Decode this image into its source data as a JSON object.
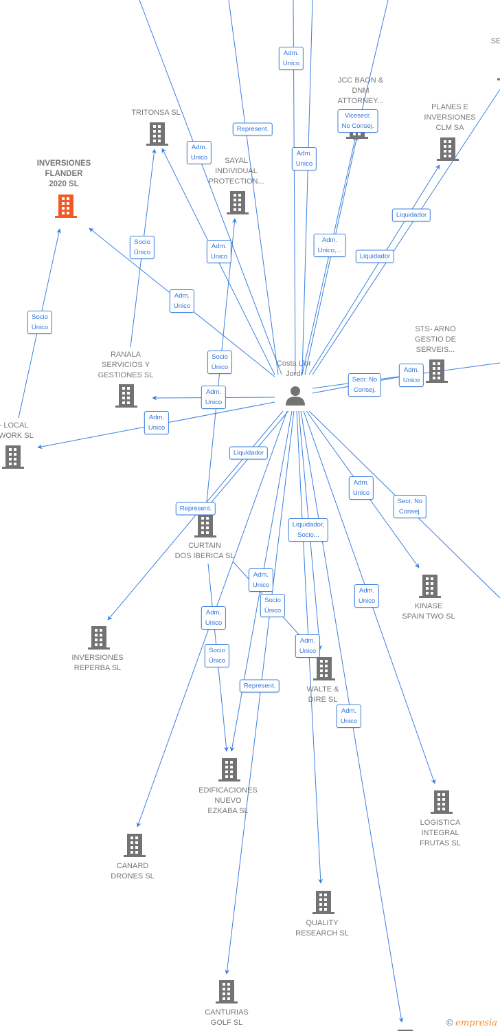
{
  "colors": {
    "edge": "#3b7fe0",
    "building": "#737373",
    "highlight": "#f05a28",
    "label": "#777777"
  },
  "center": {
    "name": [
      "Costa Llor",
      "Jordi"
    ],
    "icon": "person-icon"
  },
  "nodes": [
    {
      "name": [
        "INVERSIONES",
        "FLANDER",
        "2020  SL"
      ],
      "highlight": true
    },
    {
      "name": [
        "TRITONSA SL"
      ]
    },
    {
      "name": [
        "SAYAL",
        "INDIVIDUAL",
        "PROTECTION..."
      ]
    },
    {
      "name": [
        "JCC BAON &",
        "DNM",
        "ATTORNEY..."
      ]
    },
    {
      "name": [
        "PLANES E",
        "INVERSIONES",
        "CLM SA"
      ]
    },
    {
      "name": [
        "SE"
      ]
    },
    {
      "name": [
        "STS- ARNO",
        "GESTIO DE",
        "SERVEIS..."
      ]
    },
    {
      "name": [
        "RANALA",
        "SERVICIOS Y",
        "GESTIONES SL"
      ]
    },
    {
      "name": [
        "- LOCAL",
        "TWORK  SL"
      ]
    },
    {
      "name": [
        "CURTAIN",
        "DOS IBERICA SL"
      ]
    },
    {
      "name": [
        "INVERSIONES",
        "REPERBA  SL"
      ]
    },
    {
      "name": [
        "KINASE",
        "SPAIN TWO  SL"
      ]
    },
    {
      "name": [
        "WALTE &",
        "DIRE  SL"
      ]
    },
    {
      "name": [
        "EDIFICACIONES",
        "NUEVO",
        "EZKABA  SL"
      ]
    },
    {
      "name": [
        "LOGISTICA",
        "INTEGRAL",
        "FRUTAS  SL"
      ]
    },
    {
      "name": [
        "CANARD",
        "DRONES  SL"
      ]
    },
    {
      "name": [
        "QUALITY",
        "RESEARCH SL"
      ]
    },
    {
      "name": [
        "CANTURIAS",
        "GOLF SL"
      ]
    }
  ],
  "roles": [
    [
      "Adm.",
      "Unico"
    ],
    [
      "Represent."
    ],
    [
      "Adm.",
      "Unico"
    ],
    [
      "Vicesecr.",
      "No Consej."
    ],
    [
      "Adm.",
      "Unico"
    ],
    [
      "Liquidador"
    ],
    [
      "Socio",
      "Único"
    ],
    [
      "Adm.",
      "Unico"
    ],
    [
      "Adm.",
      "Unico,..."
    ],
    [
      "Liquidador"
    ],
    [
      "Adm.",
      "Unico"
    ],
    [
      "Socio",
      "Único"
    ],
    [
      "Socio",
      "Único"
    ],
    [
      "Secr.  No",
      "Consej."
    ],
    [
      "Adm.",
      "Unico"
    ],
    [
      "Adm.",
      "Unico"
    ],
    [
      "Adm.",
      "Unico"
    ],
    [
      "Liquidador"
    ],
    [
      "Represent."
    ],
    [
      "Adm.",
      "Unico"
    ],
    [
      "Secr.  No",
      "Consej."
    ],
    [
      "Liquidador,",
      "Socio..."
    ],
    [
      "Adm.",
      "Unico"
    ],
    [
      "Socio",
      "Único"
    ],
    [
      "Adm.",
      "Unico"
    ],
    [
      "Adm.",
      "Unico"
    ],
    [
      "Socio",
      "Único"
    ],
    [
      "Adm.",
      "Unico"
    ],
    [
      "Represent."
    ],
    [
      "Adm.",
      "Unico"
    ]
  ],
  "footer": {
    "copyright": "©",
    "brand": "empresia"
  }
}
